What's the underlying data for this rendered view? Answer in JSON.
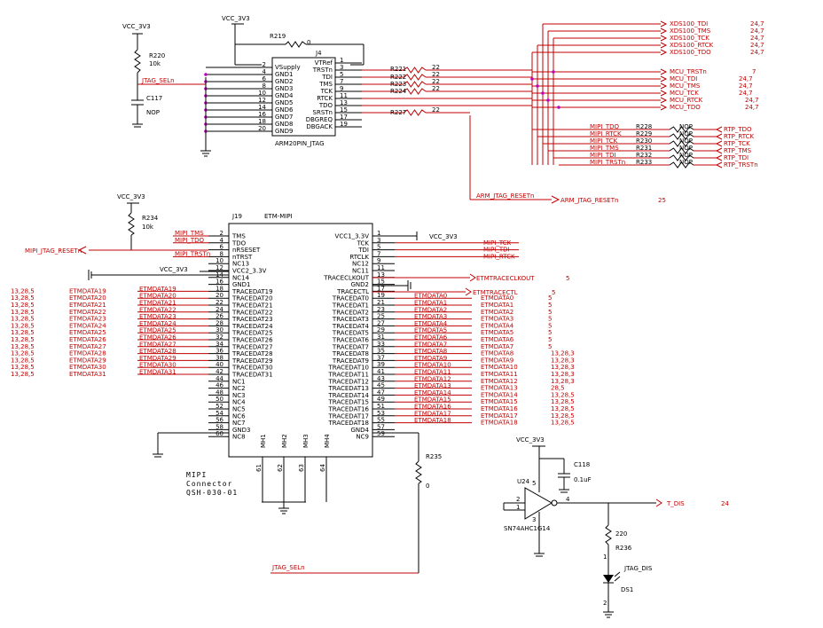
{
  "power": {
    "vcc1": "VCC_3V3",
    "vcc2": "VCC_3V3",
    "vcc3": "VCC_3V3",
    "vcc4": "VCC_3V3",
    "vcc5": "VCC_3V3",
    "vcc6": "VCC_3V3"
  },
  "parts": {
    "r220": "R220",
    "r220_val": "10k",
    "c117": "C117",
    "c117_val": "NOP",
    "r219": "R219",
    "r219_val": "0",
    "j4": "J4",
    "j4_name": "ARM20PIN_JTAG",
    "r221": "R221",
    "r222": "R222",
    "r223": "R223",
    "r224": "R224",
    "r227": "R227",
    "r22_val": "22",
    "r234": "R234",
    "r234_val": "10k",
    "j19": "J19",
    "j19_name": "ETM-MIPI",
    "r235": "R235",
    "r235_val": "0",
    "c118": "C118",
    "c118_val": "0.1uF",
    "u24": "U24",
    "u24_name": "SN74AHC1G14",
    "r236": "R236",
    "r236_val": "220",
    "ds1": "DS1",
    "ds1_net": "JTAG_DIS",
    "nop": "NOP",
    "mipi_caption": [
      "MIPI",
      "Connector",
      "QSH-030-01"
    ]
  },
  "nets": {
    "jtag_sel": "JTAG_SELn",
    "arm_reset": "ARM_JTAG_RESETn",
    "arm_reset_pg": "25",
    "mipi_reset": "MIPI_JTAG_RESETn",
    "t_dis": "T_DIS",
    "t_dis_pg": "24",
    "etm_clkout": "ETMTRACECLKOUT",
    "etm_clkout_pg": "5",
    "etm_ctl": "ETMTRACECTL",
    "etm_ctl_pg": "5"
  },
  "j4_pins": {
    "left": [
      {
        "n": "2",
        "s": "VSupply"
      },
      {
        "n": "4",
        "s": "GND1"
      },
      {
        "n": "6",
        "s": "GND2"
      },
      {
        "n": "8",
        "s": "GND3"
      },
      {
        "n": "10",
        "s": "GND4"
      },
      {
        "n": "12",
        "s": "GND5"
      },
      {
        "n": "14",
        "s": "GND6"
      },
      {
        "n": "16",
        "s": "GND7"
      },
      {
        "n": "18",
        "s": "GND8"
      },
      {
        "n": "20",
        "s": "GND9"
      }
    ],
    "right": [
      {
        "n": "1",
        "s": "VTRef"
      },
      {
        "n": "3",
        "s": "TRSTn"
      },
      {
        "n": "5",
        "s": "TDI"
      },
      {
        "n": "7",
        "s": "TMS"
      },
      {
        "n": "9",
        "s": "TCK"
      },
      {
        "n": "11",
        "s": "RTCK"
      },
      {
        "n": "13",
        "s": "TDO"
      },
      {
        "n": "15",
        "s": "SRSTn"
      },
      {
        "n": "17",
        "s": "DBGREQ"
      },
      {
        "n": "19",
        "s": "DBGACK"
      }
    ]
  },
  "xds_nets": [
    {
      "net": "XDS100_TDI",
      "pg": "24,7"
    },
    {
      "net": "XDS100_TMS",
      "pg": "24,7"
    },
    {
      "net": "XDS100_TCK",
      "pg": "24,7"
    },
    {
      "net": "XDS100_RTCK",
      "pg": "24,7"
    },
    {
      "net": "XDS100_TDO",
      "pg": "24,7"
    }
  ],
  "mcu_nets": [
    {
      "net": "MCU_TRSTn",
      "pg": "7"
    },
    {
      "net": "MCU_TDI",
      "pg": "24,7"
    },
    {
      "net": "MCU_TMS",
      "pg": "24,7"
    },
    {
      "net": "MCU_TCK",
      "pg": "24,7"
    },
    {
      "net": "MCU_RTCK",
      "pg": "24,7"
    },
    {
      "net": "MCU_TDO",
      "pg": "24,7"
    }
  ],
  "rtp": [
    {
      "mipi": "MIPI_TDO",
      "ref": "R228",
      "rtp": "RTP_TDO"
    },
    {
      "mipi": "MIPI_RTCK",
      "ref": "R229",
      "rtp": "RTP_RTCK"
    },
    {
      "mipi": "MIPI_TCK",
      "ref": "R230",
      "rtp": "RTP_TCK"
    },
    {
      "mipi": "MIPI_TMS",
      "ref": "R231",
      "rtp": "RTP_TMS"
    },
    {
      "mipi": "MIPI_TDI",
      "ref": "R232",
      "rtp": "RTP_TDI"
    },
    {
      "mipi": "MIPI_TRSTn",
      "ref": "R233",
      "rtp": "RTP_TRSTn"
    }
  ],
  "j19_left": [
    {
      "n": "2",
      "s": "TMS"
    },
    {
      "n": "4",
      "s": "TDO"
    },
    {
      "n": "6",
      "s": "nRSESET"
    },
    {
      "n": "8",
      "s": "nTRST"
    },
    {
      "n": "10",
      "s": "NC13"
    },
    {
      "n": "12",
      "s": "VCC2_3.3V"
    },
    {
      "n": "14",
      "s": "NC14"
    },
    {
      "n": "16",
      "s": "GND1"
    },
    {
      "n": "18",
      "s": "TRACEDAT19"
    },
    {
      "n": "20",
      "s": "TRACEDAT20"
    },
    {
      "n": "22",
      "s": "TRACEDAT21"
    },
    {
      "n": "24",
      "s": "TRACEDAT22"
    },
    {
      "n": "26",
      "s": "TRACEDAT23"
    },
    {
      "n": "28",
      "s": "TRACEDAT24"
    },
    {
      "n": "30",
      "s": "TRACEDAT25"
    },
    {
      "n": "32",
      "s": "TRACEDAT26"
    },
    {
      "n": "34",
      "s": "TRACEDAT27"
    },
    {
      "n": "36",
      "s": "TRACEDAT28"
    },
    {
      "n": "38",
      "s": "TRACEDAT29"
    },
    {
      "n": "40",
      "s": "TRACEDAT30"
    },
    {
      "n": "42",
      "s": "TRACEDAT31"
    },
    {
      "n": "44",
      "s": "NC1"
    },
    {
      "n": "46",
      "s": "NC2"
    },
    {
      "n": "48",
      "s": "NC3"
    },
    {
      "n": "50",
      "s": "NC4"
    },
    {
      "n": "52",
      "s": "NC5"
    },
    {
      "n": "54",
      "s": "NC6"
    },
    {
      "n": "56",
      "s": "NC7"
    },
    {
      "n": "58",
      "s": "GND3"
    },
    {
      "n": "60",
      "s": "NC8"
    }
  ],
  "j19_right": [
    {
      "n": "1",
      "s": "VCC1_3.3V"
    },
    {
      "n": "3",
      "s": "TCK"
    },
    {
      "n": "5",
      "s": "TDI"
    },
    {
      "n": "7",
      "s": "RTCLK"
    },
    {
      "n": "9",
      "s": "NC12"
    },
    {
      "n": "11",
      "s": "NC11"
    },
    {
      "n": "13",
      "s": "TRACECLKOUT"
    },
    {
      "n": "15",
      "s": "GND2"
    },
    {
      "n": "17",
      "s": "TRACECTL"
    },
    {
      "n": "19",
      "s": "TRACEDAT0"
    },
    {
      "n": "21",
      "s": "TRACEDAT1"
    },
    {
      "n": "23",
      "s": "TRACEDAT2"
    },
    {
      "n": "25",
      "s": "TRACEDAT3"
    },
    {
      "n": "27",
      "s": "TRACEDAT4"
    },
    {
      "n": "29",
      "s": "TRACEDAT5"
    },
    {
      "n": "31",
      "s": "TRACEDAT6"
    },
    {
      "n": "33",
      "s": "TRACEDAT7"
    },
    {
      "n": "35",
      "s": "TRACEDAT8"
    },
    {
      "n": "37",
      "s": "TRACEDAT9"
    },
    {
      "n": "39",
      "s": "TRACEDAT10"
    },
    {
      "n": "41",
      "s": "TRACEDAT11"
    },
    {
      "n": "43",
      "s": "TRACEDAT12"
    },
    {
      "n": "45",
      "s": "TRACEDAT13"
    },
    {
      "n": "47",
      "s": "TRACEDAT14"
    },
    {
      "n": "49",
      "s": "TRACEDAT15"
    },
    {
      "n": "51",
      "s": "TRACEDAT16"
    },
    {
      "n": "53",
      "s": "TRACEDAT17"
    },
    {
      "n": "55",
      "s": "TRACEDAT18"
    },
    {
      "n": "57",
      "s": "GND4"
    },
    {
      "n": "59",
      "s": "NC9"
    }
  ],
  "j19_bottom": [
    {
      "n": "61",
      "s": "MH1"
    },
    {
      "n": "62",
      "s": "MH2"
    },
    {
      "n": "63",
      "s": "MH3"
    },
    {
      "n": "64",
      "s": "MH4"
    }
  ],
  "j19_left_nets": [
    "MIPI_TMS",
    "MIPI_TDO",
    "",
    "MIPI_TRSTn"
  ],
  "j19_right_nets": [
    "",
    "MIPI_TCK",
    "MIPI_TDI",
    "MIPI_RTCK"
  ],
  "etm_left": [
    {
      "net": "ETMDATA19",
      "pg": "13,28,5"
    },
    {
      "net": "ETMDATA20",
      "pg": "13,28,5"
    },
    {
      "net": "ETMDATA21",
      "pg": "13,28,5"
    },
    {
      "net": "ETMDATA22",
      "pg": "13,28,5"
    },
    {
      "net": "ETMDATA23",
      "pg": "13,28,5"
    },
    {
      "net": "ETMDATA24",
      "pg": "13,28,5"
    },
    {
      "net": "ETMDATA25",
      "pg": "13,28,5"
    },
    {
      "net": "ETMDATA26",
      "pg": "13,28,5"
    },
    {
      "net": "ETMDATA27",
      "pg": "13,28,5"
    },
    {
      "net": "ETMDATA28",
      "pg": "13,28,5"
    },
    {
      "net": "ETMDATA29",
      "pg": "13,28,5"
    },
    {
      "net": "ETMDATA30",
      "pg": "13,28,5"
    },
    {
      "net": "ETMDATA31",
      "pg": "13,28,5"
    }
  ],
  "etm_right": [
    {
      "net": "ETMDATA0",
      "pg": "5"
    },
    {
      "net": "ETMDATA1",
      "pg": "5"
    },
    {
      "net": "ETMDATA2",
      "pg": "5"
    },
    {
      "net": "ETMDATA3",
      "pg": "5"
    },
    {
      "net": "ETMDATA4",
      "pg": "5"
    },
    {
      "net": "ETMDATA5",
      "pg": "5"
    },
    {
      "net": "ETMDATA6",
      "pg": "5"
    },
    {
      "net": "ETMDATA7",
      "pg": "5"
    },
    {
      "net": "ETMDATA8",
      "pg": "13,28,3"
    },
    {
      "net": "ETMDATA9",
      "pg": "13,28,3"
    },
    {
      "net": "ETMDATA10",
      "pg": "13,28,3"
    },
    {
      "net": "ETMDATA11",
      "pg": "13,28,3"
    },
    {
      "net": "ETMDATA12",
      "pg": "13,28,3"
    },
    {
      "net": "ETMDATA13",
      "pg": "28,5"
    },
    {
      "net": "ETMDATA14",
      "pg": "13,28,5"
    },
    {
      "net": "ETMDATA15",
      "pg": "13,28,5"
    },
    {
      "net": "ETMDATA16",
      "pg": "13,28,5"
    },
    {
      "net": "ETMDATA17",
      "pg": "13,28,5"
    },
    {
      "net": "ETMDATA18",
      "pg": "13,28,5"
    }
  ],
  "u24_pins": {
    "in1": "2",
    "in2": "1",
    "vcc": "5",
    "gnd": "3",
    "out": "4"
  },
  "ds1_pins": {
    "a": "1",
    "k": "2"
  },
  "r_pins": {
    "p1": "1",
    "p2": "2"
  }
}
